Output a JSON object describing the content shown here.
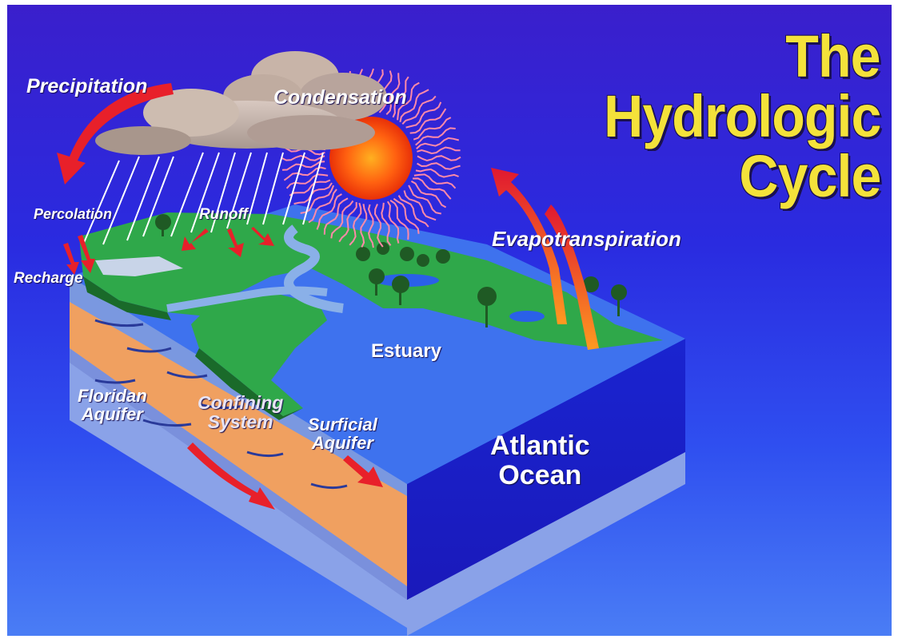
{
  "title": {
    "line1": "The",
    "line2": "Hydrologic",
    "line3": "Cycle"
  },
  "labels": {
    "precipitation": "Precipitation",
    "condensation": "Condensation",
    "percolation": "Percolation",
    "runoff": "Runoff",
    "recharge": "Recharge",
    "evapotranspiration": "Evapotranspiration",
    "estuary": "Estuary",
    "floridan_line1": "Floridan",
    "floridan_line2": "Aquifer",
    "confining_line1": "Confining",
    "confining_line2": "System",
    "surficial_line1": "Surficial",
    "surficial_line2": "Aquifer",
    "atlantic_line1": "Atlantic",
    "atlantic_line2": "Ocean"
  },
  "colors": {
    "title": "#f4e23a",
    "arrow": "#e8202a",
    "land": "#2fa84a",
    "ocean_top": "#3a6df0",
    "ocean_side": "#1a22c8",
    "aquifer_sand": "#f0a060",
    "aquifer_blue": "#8aa6e8",
    "sun": "#ff5a10"
  }
}
